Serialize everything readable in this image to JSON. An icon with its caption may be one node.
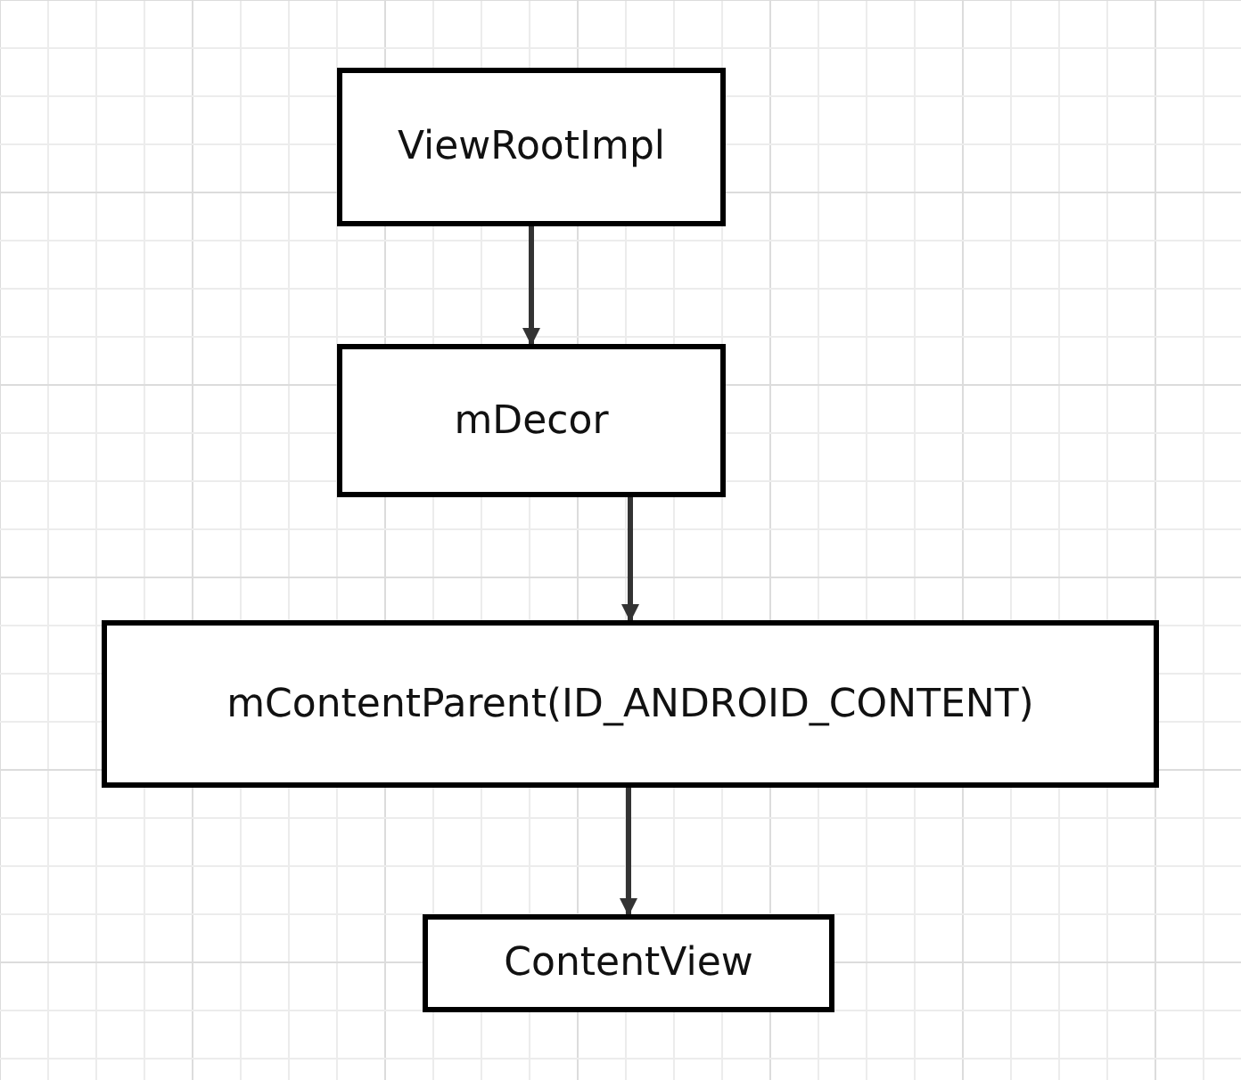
{
  "diagram": {
    "nodes": [
      {
        "text": [
          "ViewRootImpl"
        ]
      },
      {
        "text": [
          "mDecor"
        ]
      },
      {
        "text": [
          "mContentParent(ID_ANDROID_CONTENT)"
        ]
      },
      {
        "text": [
          "ContentView"
        ]
      }
    ],
    "edges": [
      {
        "from": 0,
        "to": 1,
        "arrow": "to"
      },
      {
        "from": 1,
        "to": 2,
        "arrow": "to"
      },
      {
        "from": 2,
        "to": 3,
        "arrow": "to"
      }
    ]
  }
}
